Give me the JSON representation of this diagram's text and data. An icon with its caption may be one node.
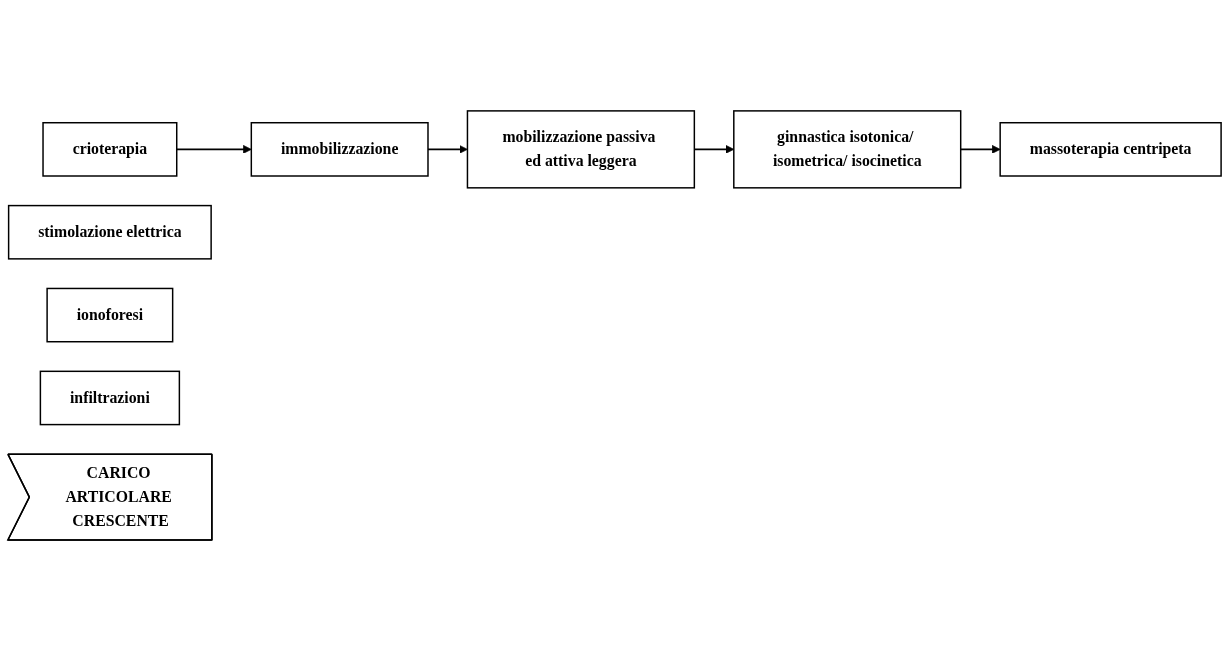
{
  "diagram": {
    "nodes": [
      {
        "text": [
          "crioterapia"
        ]
      },
      {
        "text": [
          "immobilizzazione"
        ]
      },
      {
        "text": [
          "stimolazione elettrica"
        ]
      },
      {
        "text": [
          "mobilizzazione passiva ed attiva leggera"
        ]
      },
      {
        "text": [
          "ionoforesi"
        ]
      },
      {
        "text": [
          "infiltrazioni"
        ]
      },
      {
        "text": [
          "ginnastica isotonica/ isometrica/ isocinetica"
        ]
      },
      {
        "text": [
          "massoterapia centripeta"
        ]
      },
      {
        "text": [
          "CARICO ARTICOLARE CRESCENTE"
        ]
      }
    ],
    "edges": [
      {
        "from": 0,
        "to": 1,
        "arrow": "to"
      },
      {
        "from": 1,
        "to": 3,
        "arrow": "to"
      },
      {
        "from": 3,
        "to": 6,
        "arrow": "to"
      },
      {
        "from": 6,
        "to": 7,
        "arrow": "to"
      }
    ]
  }
}
